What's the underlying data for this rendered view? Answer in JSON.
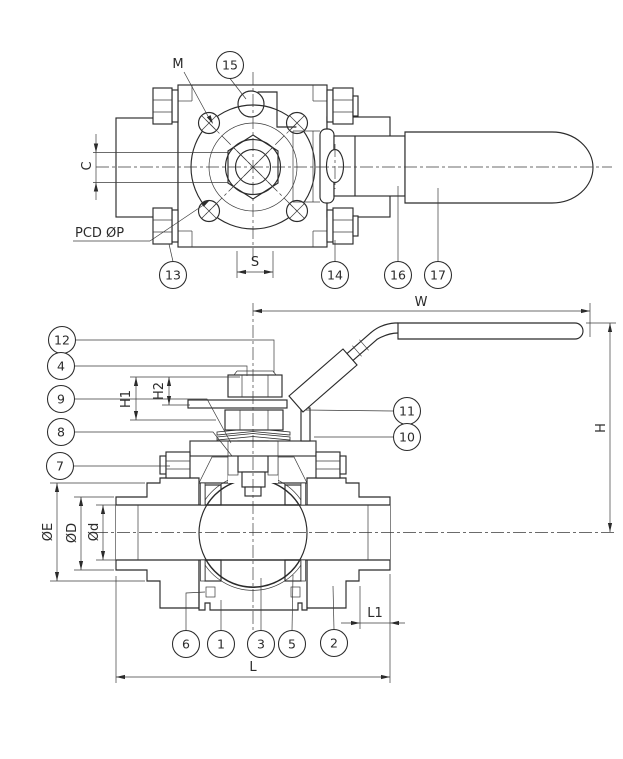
{
  "colors": {
    "line": "#2b2b2b",
    "thin_line": "#3b3b3b",
    "background": "#ffffff"
  },
  "balloons": {
    "b1": "1",
    "b2": "2",
    "b3": "3",
    "b4": "4",
    "b5": "5",
    "b6": "6",
    "b7": "7",
    "b8": "8",
    "b9": "9",
    "b10": "10",
    "b11": "11",
    "b12": "12",
    "b13": "13",
    "b14": "14",
    "b15": "15",
    "b16": "16",
    "b17": "17"
  },
  "labels": {
    "m": "M",
    "pcd": "PCD ØP",
    "c": "C",
    "s": "S",
    "w": "W",
    "h": "H",
    "h1": "H1",
    "h2": "H2",
    "dia_e": "ØE",
    "dia_d": "ØD",
    "dia_d_small": "Ød",
    "l": "L",
    "l1": "L1"
  }
}
